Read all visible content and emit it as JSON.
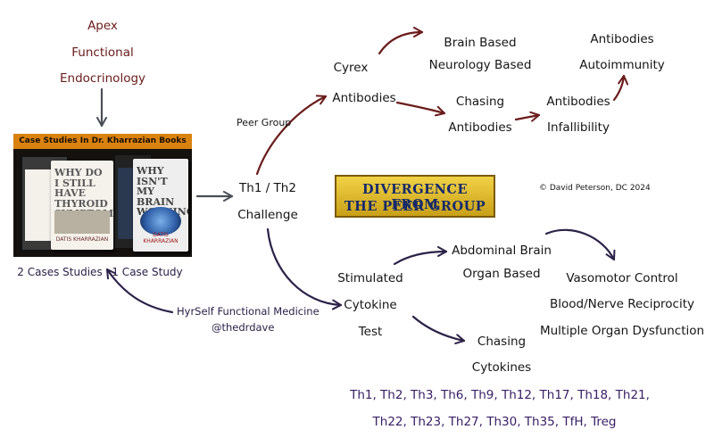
{
  "colors": {
    "arrow_maroon": "#6b1c1c",
    "arrow_navy": "#2c2148",
    "arrow_gray": "#4a4f57",
    "cytokine_text": "#3a2066",
    "badge_gold": "#e2be34",
    "badge_text": "#152a6a",
    "book_banner": "#d9820f"
  },
  "apex": [
    "Apex",
    "Functional",
    "Endocrinology"
  ],
  "books": {
    "banner": "Case Studies In Dr. Kharrazian Books",
    "book1_title": "WHY DO I STILL HAVE THYROID SYMPTOMS?",
    "book2_title": "WHY ISN'T MY BRAIN WORKING?",
    "author": "DATIS KHARRAZIAN",
    "cases_left": "2 Cases Studies",
    "cases_right": "1 Case Study"
  },
  "hyrself": {
    "line1": "HyrSelf Functional Medicine",
    "line2": "@thedrdave"
  },
  "challenge": [
    "Th1 / Th2",
    "Challenge"
  ],
  "peer_group": "Peer Group",
  "cyrex": [
    "Cyrex",
    "Antibodies"
  ],
  "brain_based": [
    "Brain Based",
    "Neurology Based"
  ],
  "chasing_antibodies": [
    "Chasing",
    "Antibodies"
  ],
  "infallibility": [
    "Antibodies",
    "Infallibility"
  ],
  "autoimmunity": [
    "Antibodies",
    "Autoimmunity"
  ],
  "badge": [
    "Divergence from",
    "the Peer Group"
  ],
  "copyright": "© David Peterson, DC 2024",
  "stimulated": [
    "Stimulated",
    "Cytokine",
    "Test"
  ],
  "abdominal": [
    "Abdominal Brain",
    "Organ Based"
  ],
  "vasomotor": [
    "Vasomotor Control",
    "Blood/Nerve Reciprocity",
    "Multiple Organ Dysfunction"
  ],
  "chasing_cytokines": [
    "Chasing",
    "Cytokines"
  ],
  "th_lines": [
    "Th1, Th2, Th3, Th6, Th9, Th12, Th17, Th18, Th21,",
    "Th22, Th23, Th27, Th30, Th35, TfH, Treg"
  ]
}
